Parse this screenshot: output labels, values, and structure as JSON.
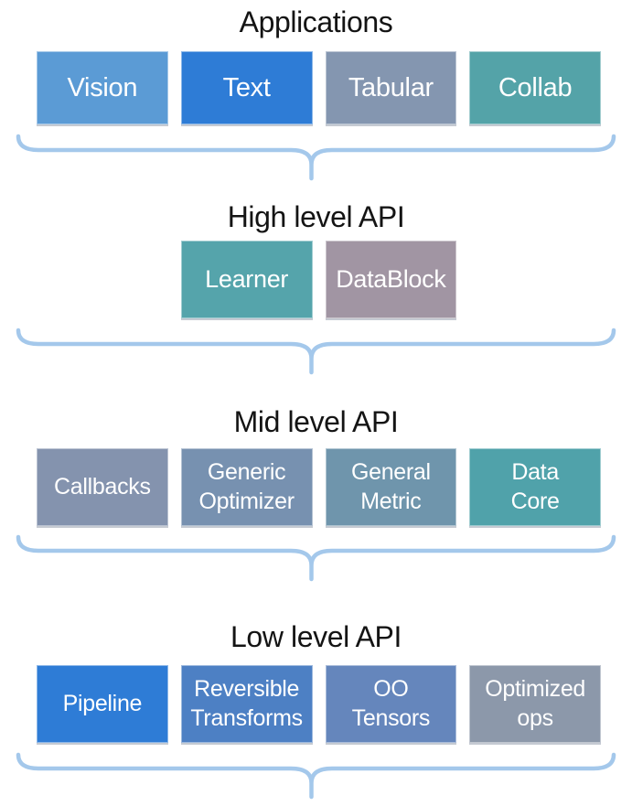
{
  "page": {
    "background": "#FFFFFF",
    "title_color": "#141414",
    "box_text_color": "#FFFFFF",
    "brace_color": "#A4C8EB"
  },
  "layers": [
    {
      "title": "Applications",
      "boxes": [
        {
          "label": "Vision",
          "color": "#5B9BD5"
        },
        {
          "label": "Text",
          "color": "#2E7CD6"
        },
        {
          "label": "Tabular",
          "color": "#8496B0"
        },
        {
          "label": "Collab",
          "color": "#54A3A8"
        }
      ]
    },
    {
      "title": "High level API",
      "boxes": [
        {
          "label": "Learner",
          "color": "#55A4AB"
        },
        {
          "label": "DataBlock",
          "color": "#A195A3"
        }
      ]
    },
    {
      "title": "Mid level API",
      "boxes": [
        {
          "label": "Callbacks",
          "color": "#8493AE"
        },
        {
          "label": "Generic\nOptimizer",
          "color": "#7791B0"
        },
        {
          "label": "General\nMetric",
          "color": "#6F95AC"
        },
        {
          "label": "Data\nCore",
          "color": "#50A2AA"
        }
      ]
    },
    {
      "title": "Low level API",
      "boxes": [
        {
          "label": "Pipeline",
          "color": "#2E7CD6"
        },
        {
          "label": "Reversible\nTransforms",
          "color": "#4D80C4"
        },
        {
          "label": "OO\nTensors",
          "color": "#6586BC"
        },
        {
          "label": "Optimized\nops",
          "color": "#8C98AA"
        }
      ]
    }
  ]
}
